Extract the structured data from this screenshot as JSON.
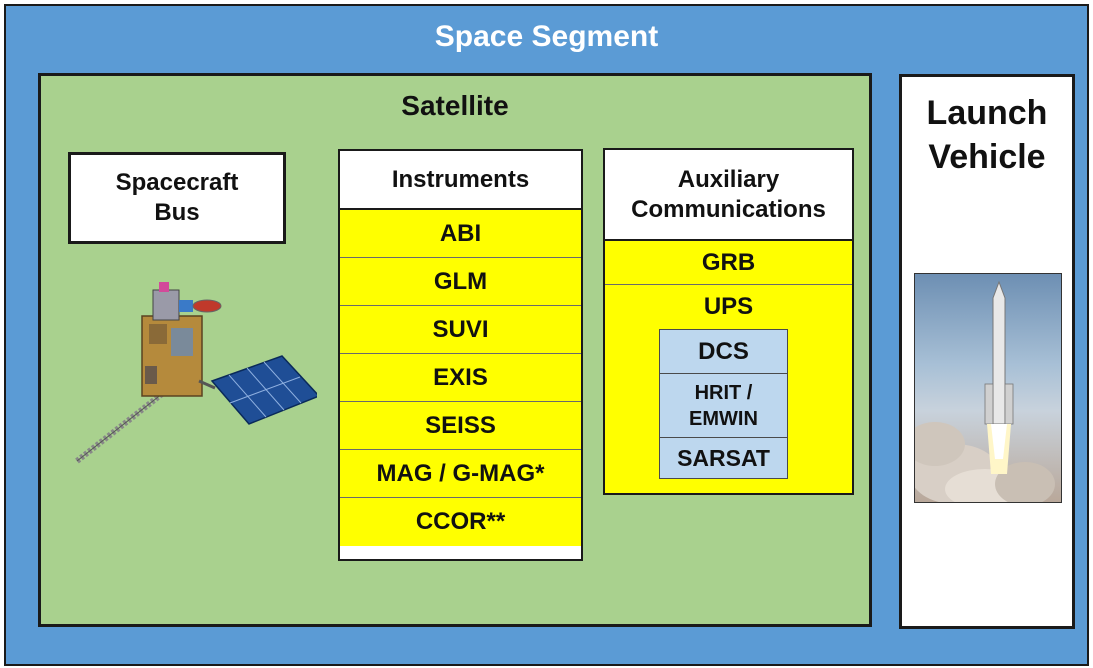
{
  "space_segment": {
    "title": "Space Segment"
  },
  "satellite": {
    "title": "Satellite",
    "spacecraft_bus": {
      "title": "Spacecraft Bus",
      "line1": "Spacecraft",
      "line2": "Bus"
    },
    "instruments": {
      "title": "Instruments",
      "items": [
        "ABI",
        "GLM",
        "SUVI",
        "EXIS",
        "SEISS",
        "MAG / G-MAG*",
        "CCOR**"
      ]
    },
    "auxiliary": {
      "line1": "Auxiliary",
      "line2": "Communications",
      "grb": "GRB",
      "ups": "UPS",
      "ups_items": {
        "dcs": "DCS",
        "hrit_line1": "HRIT /",
        "hrit_line2": "EMWIN",
        "sarsat": "SARSAT"
      }
    }
  },
  "launch_vehicle": {
    "line1": "Launch",
    "line2": "Vehicle"
  },
  "colors": {
    "space_segment": "#5b9bd5",
    "satellite": "#a9d18e",
    "instrument": "#ffff00",
    "ups_inner": "#bdd7ee"
  }
}
